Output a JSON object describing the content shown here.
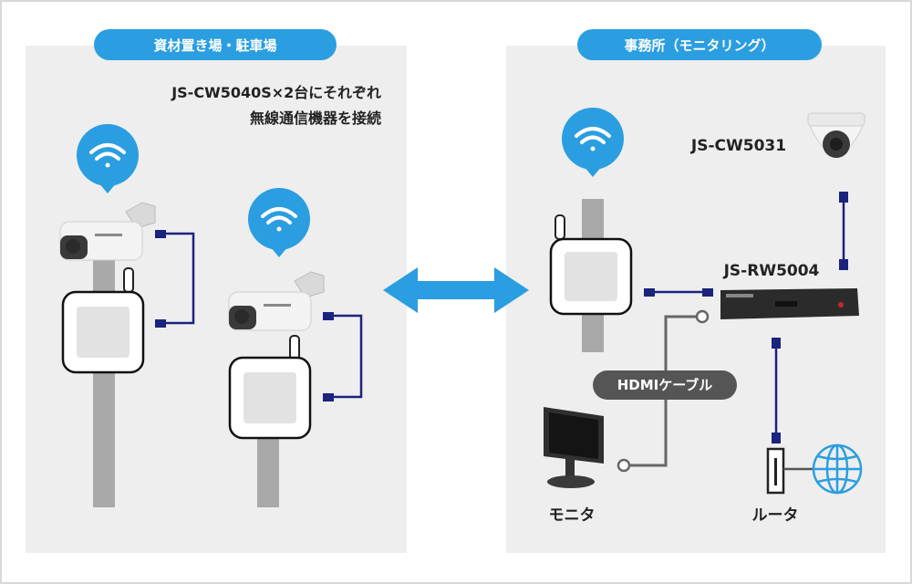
{
  "left_panel": {
    "title": "資材置き場・駐車場",
    "note_line1": "JS-CW5040S×2台にそれぞれ",
    "note_line2": "無線通信機器を接続"
  },
  "right_panel": {
    "title": "事務所（モニタリング）",
    "dome_camera_label": "JS-CW5031",
    "recorder_label": "JS-RW5004",
    "hdmi_label": "HDMIケーブル",
    "monitor_label": "モニタ",
    "router_label": "ルータ"
  },
  "colors": {
    "accent": "#2a9ee0",
    "panel_bg": "#eeeeee",
    "cable": "#1a237e",
    "hdmi_pill": "#555555"
  }
}
